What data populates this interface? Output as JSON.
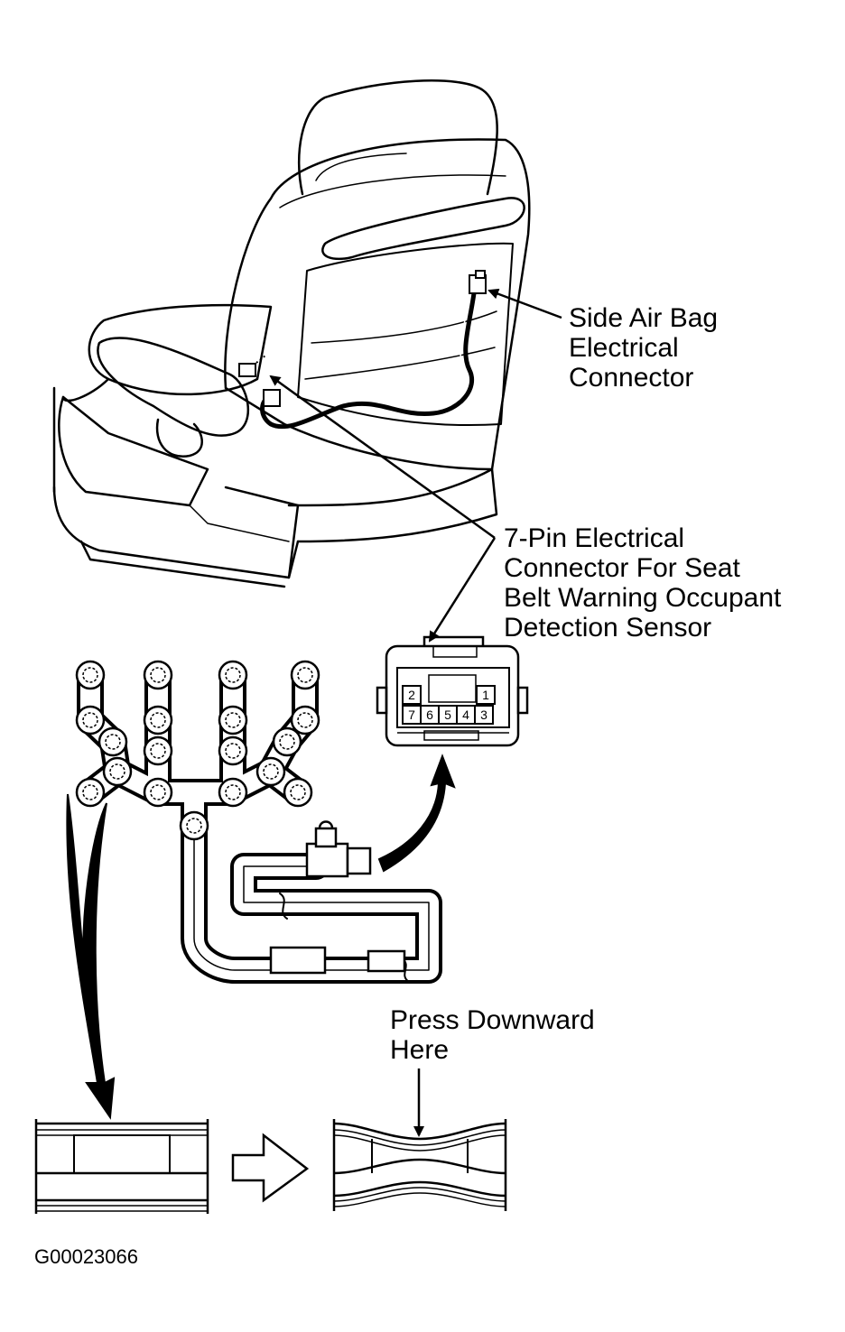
{
  "labels": {
    "side_airbag": [
      "Side Air Bag",
      "Electrical",
      "Connector"
    ],
    "seven_pin": [
      "7-Pin Electrical",
      "Connector For Seat",
      "Belt Warning Occupant",
      "Detection Sensor"
    ],
    "press": [
      "Press Downward",
      "Here"
    ]
  },
  "connector_pins": {
    "top": [
      "2",
      "1"
    ],
    "bottom": [
      "7",
      "6",
      "5",
      "4",
      "3"
    ]
  },
  "figure_id": "G00023066"
}
